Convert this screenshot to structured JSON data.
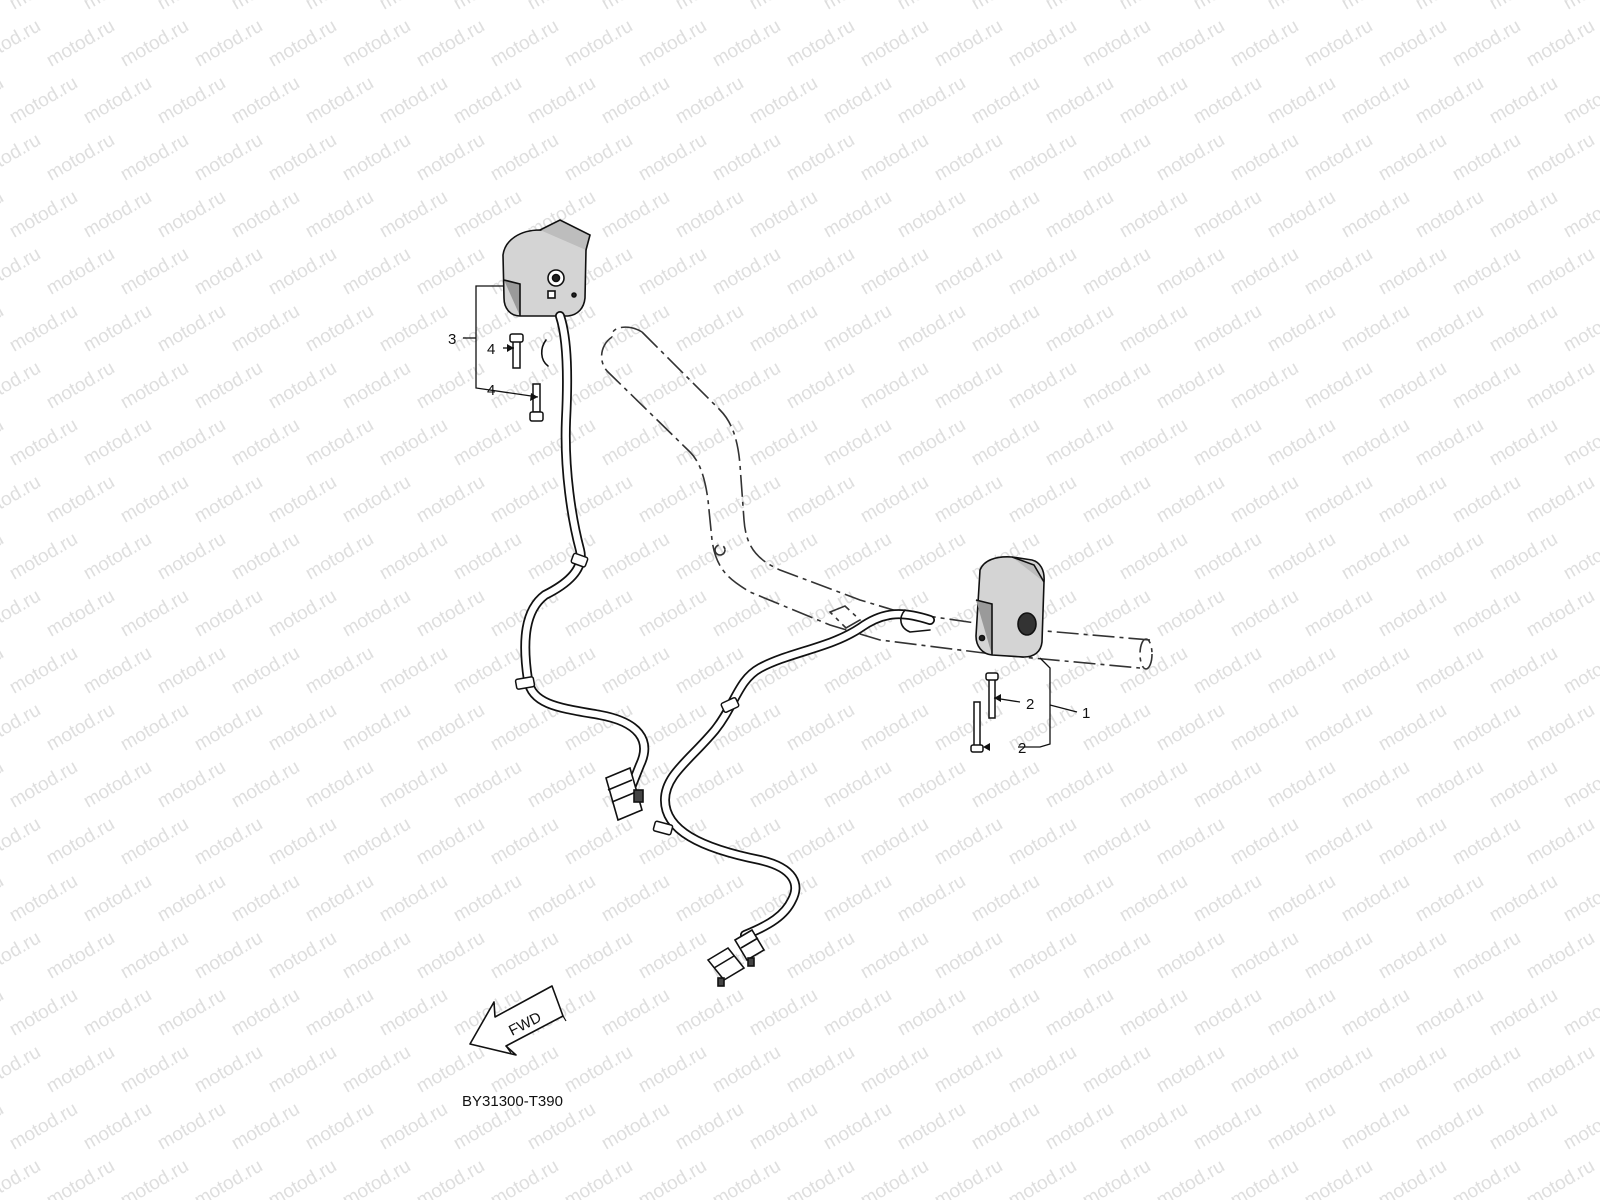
{
  "diagram": {
    "code": "BY31300-T390",
    "fwd_label": "FWD",
    "watermark": "motod.ru",
    "callouts": [
      {
        "id": "c3",
        "text": "3"
      },
      {
        "id": "c4a",
        "text": "4"
      },
      {
        "id": "c4b",
        "text": "4"
      },
      {
        "id": "c1",
        "text": "1"
      },
      {
        "id": "c2a",
        "text": "2"
      },
      {
        "id": "c2b",
        "text": "2"
      }
    ]
  }
}
